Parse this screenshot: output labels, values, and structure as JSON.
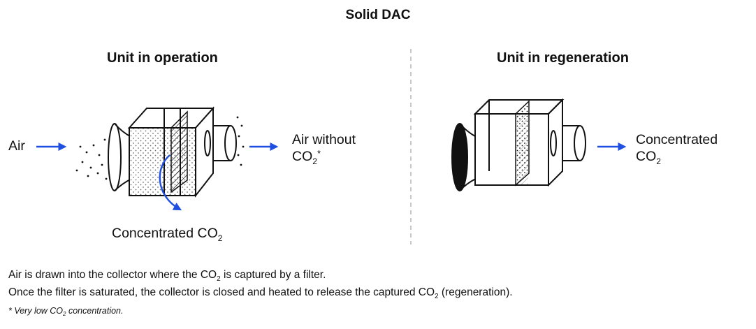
{
  "title": "Solid DAC",
  "panels": {
    "operation": {
      "heading": "Unit in operation",
      "input_label": "Air",
      "output_label_1": "Air without",
      "output_label_2_main": "CO",
      "output_label_2_sub": "2",
      "output_label_2_sup": "*",
      "bottom_label_main": "Concentrated CO",
      "bottom_label_sub": "2"
    },
    "regeneration": {
      "heading": "Unit in regeneration",
      "output_label_1": "Concentrated",
      "output_label_2_main": "CO",
      "output_label_2_sub": "2"
    }
  },
  "caption": {
    "line1_a": "Air is drawn into the collector where the CO",
    "line1_sub": "2",
    "line1_b": " is captured by a filter.",
    "line2_a": "Once the filter is saturated, the collector is closed and heated to release the captured CO",
    "line2_sub": "2",
    "line2_b": " (regeneration).",
    "note_a": "* Very low CO",
    "note_sub": "2",
    "note_b": " concentration."
  },
  "colors": {
    "arrow": "#1f4fe0",
    "line": "#111111",
    "divider": "#bbbbbb"
  }
}
